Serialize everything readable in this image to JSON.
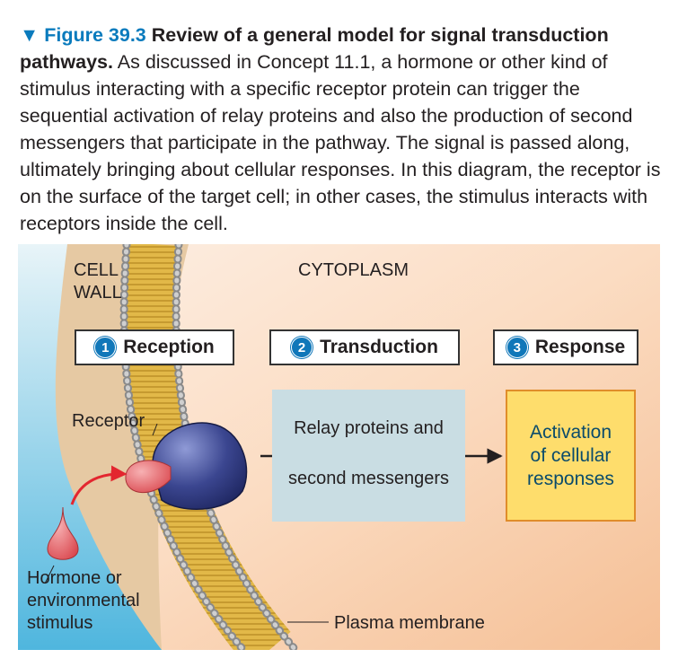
{
  "caption": {
    "figure_label": "▼ Figure 39.3",
    "title": "Review of a general model for signal transduction pathways.",
    "body": "As discussed in Concept 11.1, a hormone or other kind of stimulus interacting with a specific receptor protein can trigger the sequential activation of relay proteins and also the production of second messengers that participate in the pathway. The signal is passed along, ultimately bringing about cellular responses. In this diagram, the receptor is on the surface of the target cell; in other cases, the stimulus interacts with receptors inside the cell."
  },
  "regions": {
    "cell_wall": "CELL\nWALL",
    "cytoplasm": "CYTOPLASM"
  },
  "stages": [
    {
      "number": "1",
      "label": "Reception"
    },
    {
      "number": "2",
      "label": "Transduction"
    },
    {
      "number": "3",
      "label": "Response"
    }
  ],
  "labels": {
    "receptor": "Receptor",
    "hormone": "Hormone or\nenvironmental\nstimulus",
    "plasma_membrane": "Plasma membrane"
  },
  "relay": {
    "line1": "Relay proteins and",
    "line2": "second messengers"
  },
  "response": {
    "text": "Activation\nof cellular\nresponses"
  },
  "colors": {
    "accent_blue": "#1077b9",
    "membrane_gold": "#d8a93a",
    "receptor_navy": "#2e3a7a",
    "hormone_red": "#e0666b",
    "arrow_red": "#e3262f"
  }
}
